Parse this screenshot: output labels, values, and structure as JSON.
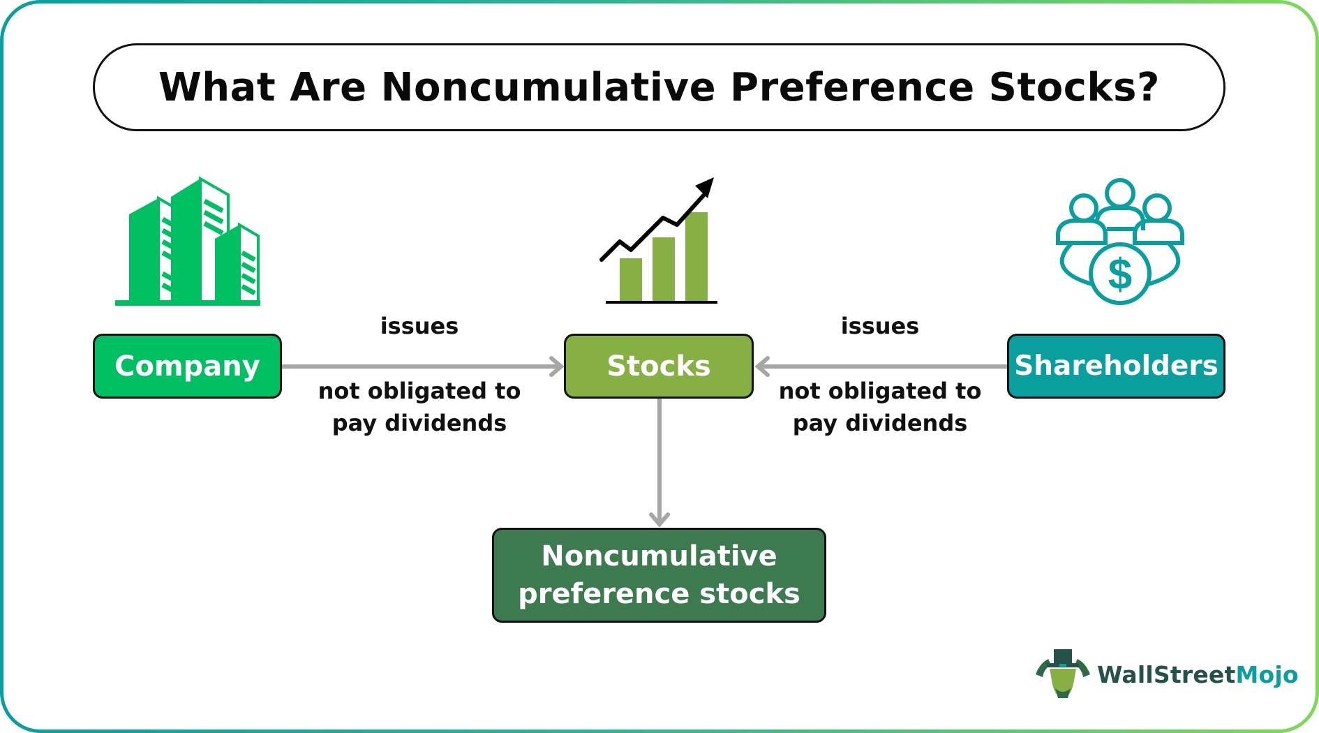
{
  "title": "What Are Noncumulative Preference Stocks?",
  "icons": {
    "company": "office-buildings-icon",
    "stocks": "rising-bar-chart-icon",
    "shareholders": "shareholders-dollar-icon"
  },
  "nodes": {
    "company": "Company",
    "stocks": "Stocks",
    "shareholders": "Shareholders",
    "result_line1": "Noncumulative",
    "result_line2": "preference stocks"
  },
  "edges": {
    "company_to_stocks": {
      "top_label": "issues",
      "bottom_line1": "not obligated to",
      "bottom_line2": "pay dividends"
    },
    "shareholders_to_stocks": {
      "top_label": "issues",
      "bottom_line1": "not obligated to",
      "bottom_line2": "pay dividends"
    }
  },
  "colors": {
    "company": "#00bf63",
    "stocks": "#86b043",
    "shareholders": "#0a9e9e",
    "result": "#3d7a4f",
    "connector": "#a6a6a6",
    "frame_left": "#0a9e9e",
    "frame_right": "#7ed957"
  },
  "brand": {
    "part1": "WallStreet",
    "part2": "Mojo"
  }
}
